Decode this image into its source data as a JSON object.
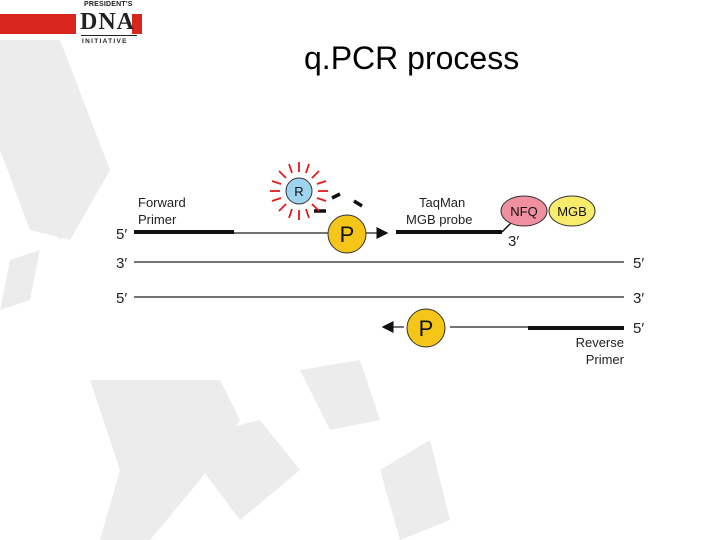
{
  "logo": {
    "top_text": "PRESIDENT'S",
    "main_text": "DNA",
    "bottom_text": "INITIATIVE"
  },
  "slide": {
    "title": "q.PCR process"
  },
  "diagram": {
    "forward_primer_label_1": "Forward",
    "forward_primer_label_2": "Primer",
    "probe_label_1": "TaqMan",
    "probe_label_2": "MGB probe",
    "reverse_primer_label_1": "Reverse",
    "reverse_primer_label_2": "Primer",
    "reporter_label": "R",
    "polymerase_top_label": "P",
    "polymerase_bottom_label": "P",
    "nfq_label": "NFQ",
    "mgb_label": "MGB",
    "strand1_left_end": "5′",
    "strand2_left_end": "3′",
    "strand2_right_end": "5′",
    "strand3_left_end": "5′",
    "strand3_right_end": "3′",
    "strand4_right_end": "5′",
    "probe_end": "3′"
  },
  "colors": {
    "logo_red": "#d8261c",
    "polymerase": "#f5c518",
    "reporter": "#9ed4f0",
    "nfq": "#f08fa0",
    "mgb": "#f7ec6c",
    "burst": "#e21a1a",
    "watermark": "#e8e8e8"
  }
}
